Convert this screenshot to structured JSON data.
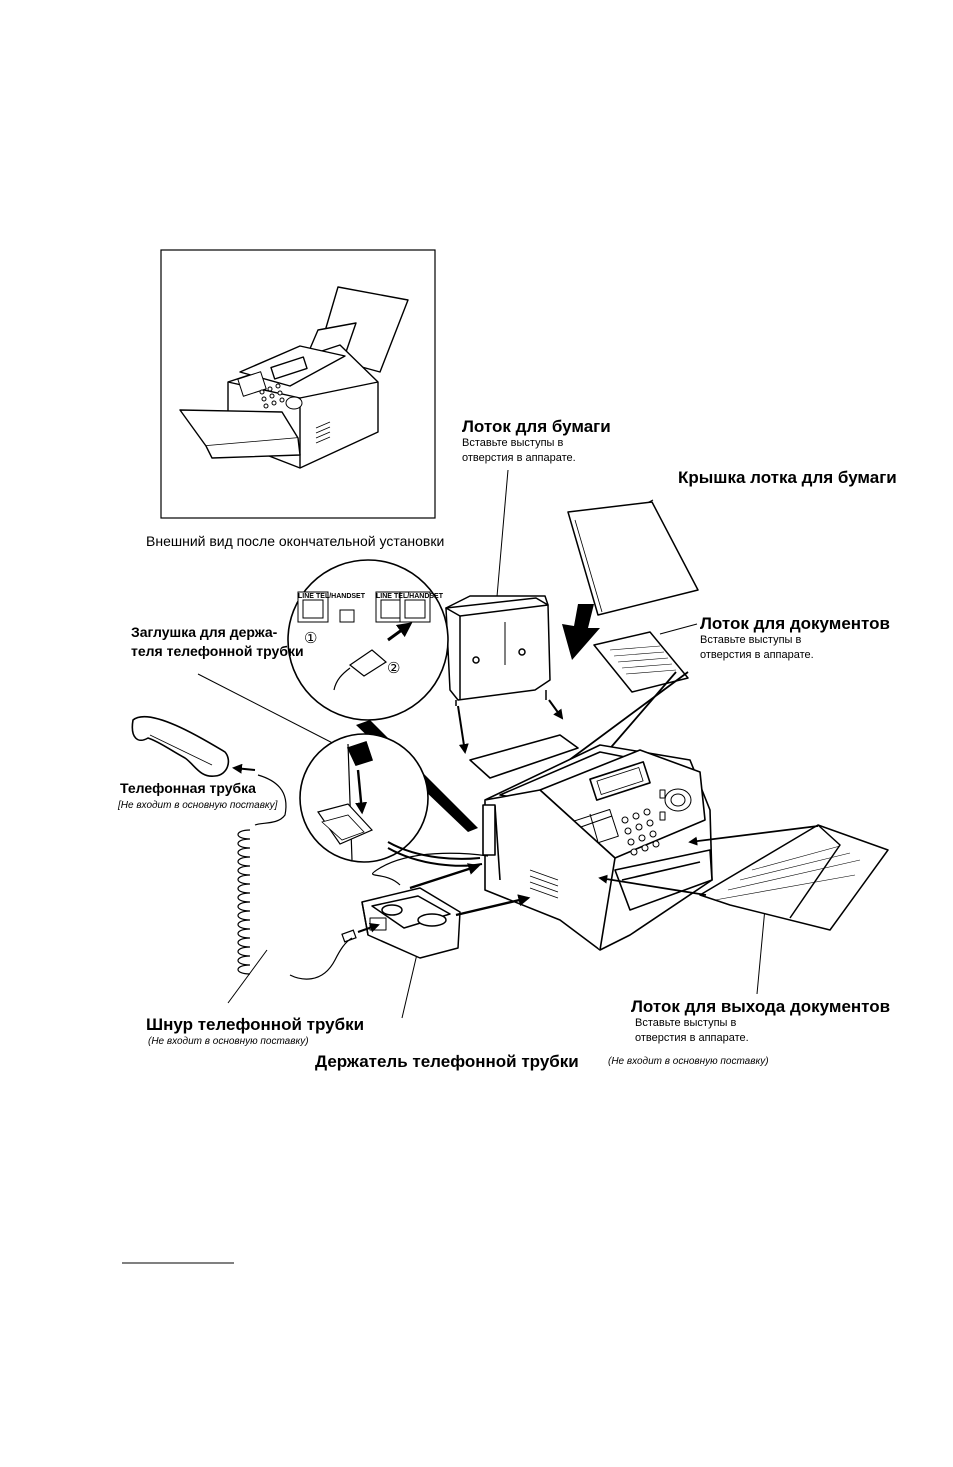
{
  "inset": {
    "caption": "Внешний вид после окончательной установки"
  },
  "labels": {
    "paper_tray": {
      "title": "Лоток для бумаги",
      "note_line1": "Вставьте выступы в",
      "note_line2": "отверстия в аппарате."
    },
    "paper_tray_cover": {
      "title": "Крышка лотка для бумаги"
    },
    "document_tray": {
      "title": "Лоток для документов",
      "note_line1": "Вставьте выступы в",
      "note_line2": "отверстия в аппарате."
    },
    "holder_plug": {
      "title_line1": "Заглушка для держа-",
      "title_line2": "теля телефонной трубки"
    },
    "handset": {
      "title": "Телефонная трубка",
      "note": "[Не входит в основную поставку]"
    },
    "handset_cord": {
      "title": "Шнур телефонной трубки",
      "note": "(Не входит в основную поставку)"
    },
    "handset_holder": {
      "title": "Держатель телефонной трубки",
      "note": "(Не входит в основную поставку)"
    },
    "document_exit_tray": {
      "title": "Лоток для выхода документов",
      "note_line1": "Вставьте выступы в",
      "note_line2": "отверстия в аппарате."
    }
  },
  "jack_labels": {
    "line_1": "LINE",
    "tel_1": "TEL/HANDSET",
    "line_2": "LINE",
    "tel_2": "TEL/HANDSET",
    "step_1": "①",
    "step_2": "②"
  }
}
